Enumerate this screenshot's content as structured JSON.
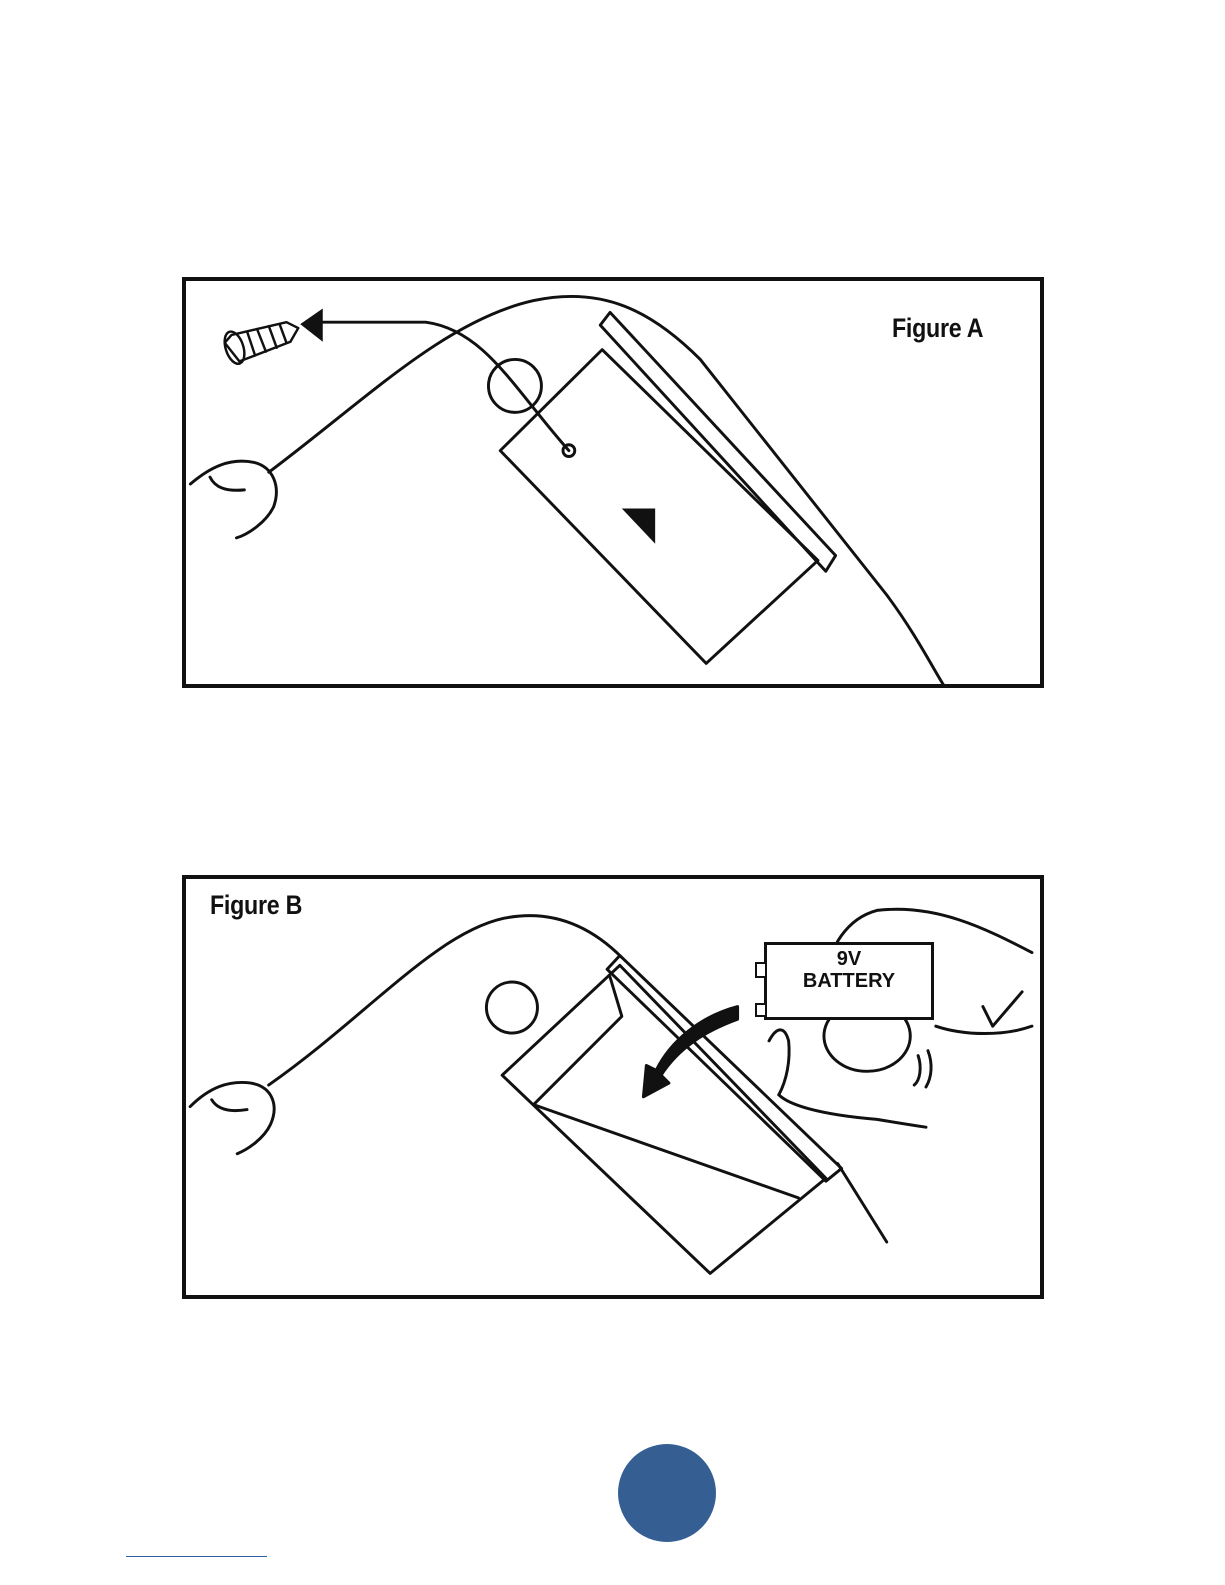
{
  "figure_a": {
    "label": "Figure A"
  },
  "figure_b": {
    "label": "Figure B",
    "battery": {
      "line1": "9V",
      "line2": "BATTERY"
    }
  },
  "colors": {
    "badge": "#355f93",
    "ink": "#111111",
    "footer_line": "#2d5ea8"
  }
}
